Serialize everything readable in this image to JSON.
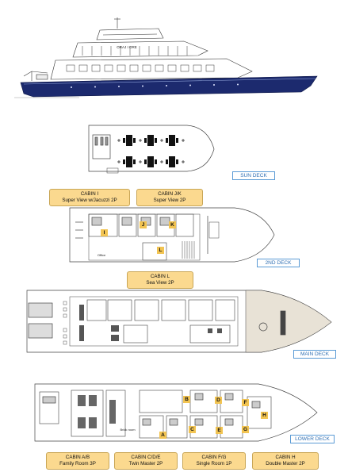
{
  "header": {
    "brand_text": "ORAJ I ORE"
  },
  "decks": {
    "sun": "SUN DECK",
    "second": "2ND DECK",
    "main": "MAIN DECK",
    "lower": "LOWER DECK"
  },
  "cabins": {
    "i": {
      "name": "CABIN I",
      "desc": "Super View w/Jacuzzi 2P"
    },
    "jk": {
      "name": "CABIN J/K",
      "desc": "Super View 2P"
    },
    "l": {
      "name": "CABIN L",
      "desc": "Sea View 2P"
    },
    "ab": {
      "name": "CABIN A/B",
      "desc": "Family Room 3P"
    },
    "cde": {
      "name": "CABIN C/D/E",
      "desc": "Twin Master 2P"
    },
    "fg": {
      "name": "CABIN F/G",
      "desc": "Single Room 1P"
    },
    "h": {
      "name": "CABIN H",
      "desc": "Double Master 2P"
    }
  },
  "tags": {
    "second_deck": [
      "I",
      "J",
      "K",
      "L"
    ],
    "lower_deck": [
      "A",
      "B",
      "C",
      "D",
      "E",
      "F",
      "G",
      "H"
    ]
  },
  "plan_text": {
    "office": "Office",
    "brick_room": "Brick room"
  },
  "colors": {
    "hull_navy": "#1c2a6e",
    "cabin_label_fill": "#fbd98f",
    "cabin_tag_fill": "#f2c452",
    "deck_label_color": "#2f6fb3"
  }
}
